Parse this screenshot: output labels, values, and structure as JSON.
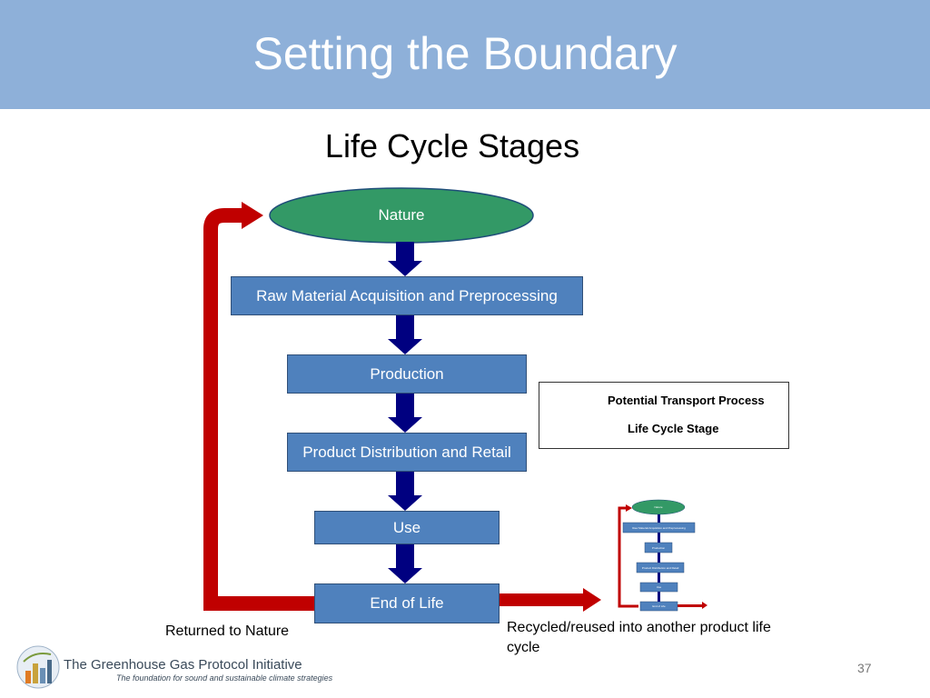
{
  "slide": {
    "title": "Setting the Boundary",
    "subtitle": "Life Cycle Stages",
    "page_number": "37"
  },
  "diagram": {
    "nature": "Nature",
    "stages": [
      "Raw Material Acquisition and Preprocessing",
      "Production",
      "Product Distribution and Retail",
      "Use",
      "End of Life"
    ],
    "captions": {
      "returned": "Returned to Nature",
      "recycled": "Recycled/reused into another product life cycle"
    },
    "legend": {
      "transport": "Potential Transport  Process",
      "stage": "Life Cycle Stage"
    },
    "colors": {
      "nature_fill": "#339966",
      "stage_fill": "#4f81bd",
      "down_arrow": "#000080",
      "transport_arrow": "#c00000",
      "legend_arrow": "#c0504d"
    }
  },
  "footer": {
    "org": "The Greenhouse Gas Protocol Initiative",
    "tagline": "The foundation for sound and sustainable climate strategies"
  }
}
